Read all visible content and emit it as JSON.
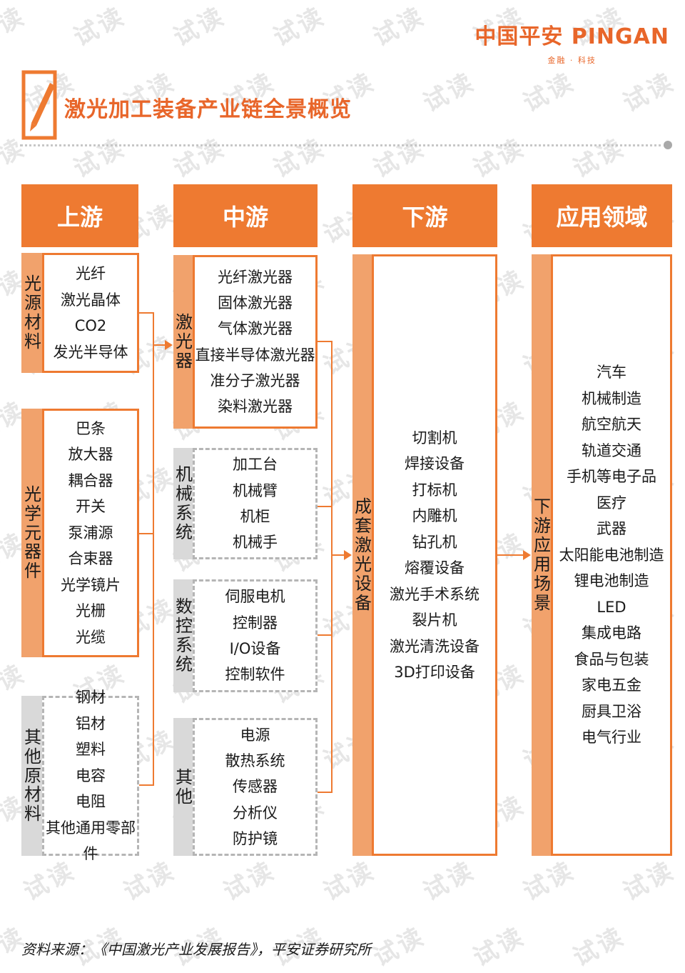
{
  "header": {
    "logo_name": "中国平安 PINGAN",
    "logo_sub": "金融 · 科技",
    "title": "激光加工装备产业链全景概览",
    "watermark": "试读"
  },
  "columns": [
    {
      "label": "上游"
    },
    {
      "label": "中游"
    },
    {
      "label": "下游"
    },
    {
      "label": "应用领域"
    }
  ],
  "upstream": [
    {
      "label": [
        "光",
        "源",
        "材",
        "料"
      ],
      "items": [
        "光纤",
        "激光晶体",
        "CO2",
        "发光半导体"
      ]
    },
    {
      "label": [
        "光",
        "学",
        "元",
        "器",
        "件"
      ],
      "items": [
        "巴条",
        "放大器",
        "耦合器",
        "开关",
        "泵浦源",
        "合束器",
        "光学镜片",
        "光栅",
        "光缆"
      ]
    },
    {
      "label": [
        "其",
        "他",
        "原",
        "材",
        "料"
      ],
      "items": [
        "钢材",
        "铝材",
        "塑料",
        "电容",
        "电阻",
        "其他通用零部件"
      ]
    }
  ],
  "midstream": [
    {
      "label": [
        "激",
        "光",
        "器"
      ],
      "items": [
        "光纤激光器",
        "固体激光器",
        "气体激光器",
        "直接半导体激光器",
        "准分子激光器",
        "染料激光器"
      ]
    },
    {
      "label": [
        "机",
        "械",
        "系",
        "统"
      ],
      "items": [
        "加工台",
        "机械臂",
        "机柜",
        "机械手"
      ]
    },
    {
      "label": [
        "数",
        "控",
        "系",
        "统"
      ],
      "items": [
        "伺服电机",
        "控制器",
        "I/O设备",
        "控制软件"
      ]
    },
    {
      "label": [
        "其",
        "他"
      ],
      "items": [
        "电源",
        "散热系统",
        "传感器",
        "分析仪",
        "防护镜"
      ]
    }
  ],
  "downstream": {
    "label": [
      "成",
      "套",
      "激",
      "光",
      "设",
      "备"
    ],
    "items": [
      "切割机",
      "焊接设备",
      "打标机",
      "内雕机",
      "钻孔机",
      "熔覆设备",
      "激光手术系统",
      "裂片机",
      "激光清洗设备",
      "3D打印设备"
    ]
  },
  "applications": {
    "label": [
      "下",
      "游",
      "应",
      "用",
      "场",
      "景"
    ],
    "items": [
      "汽车",
      "机械制造",
      "航空航天",
      "轨道交通",
      "手机等电子品",
      "医疗",
      "武器",
      "太阳能电池制造",
      "锂电池制造",
      "LED",
      "集成电路",
      "食品与包装",
      "家电五金",
      "厨具卫浴",
      "电气行业"
    ]
  },
  "source": "资料来源：《中国激光产业发展报告》，平安证券研究所",
  "colors": {
    "accent": "#ee7a31",
    "side_label": "#f1a26c",
    "side_label_grey": "#d9d9d9",
    "dashed_border": "#b5b5b5"
  }
}
